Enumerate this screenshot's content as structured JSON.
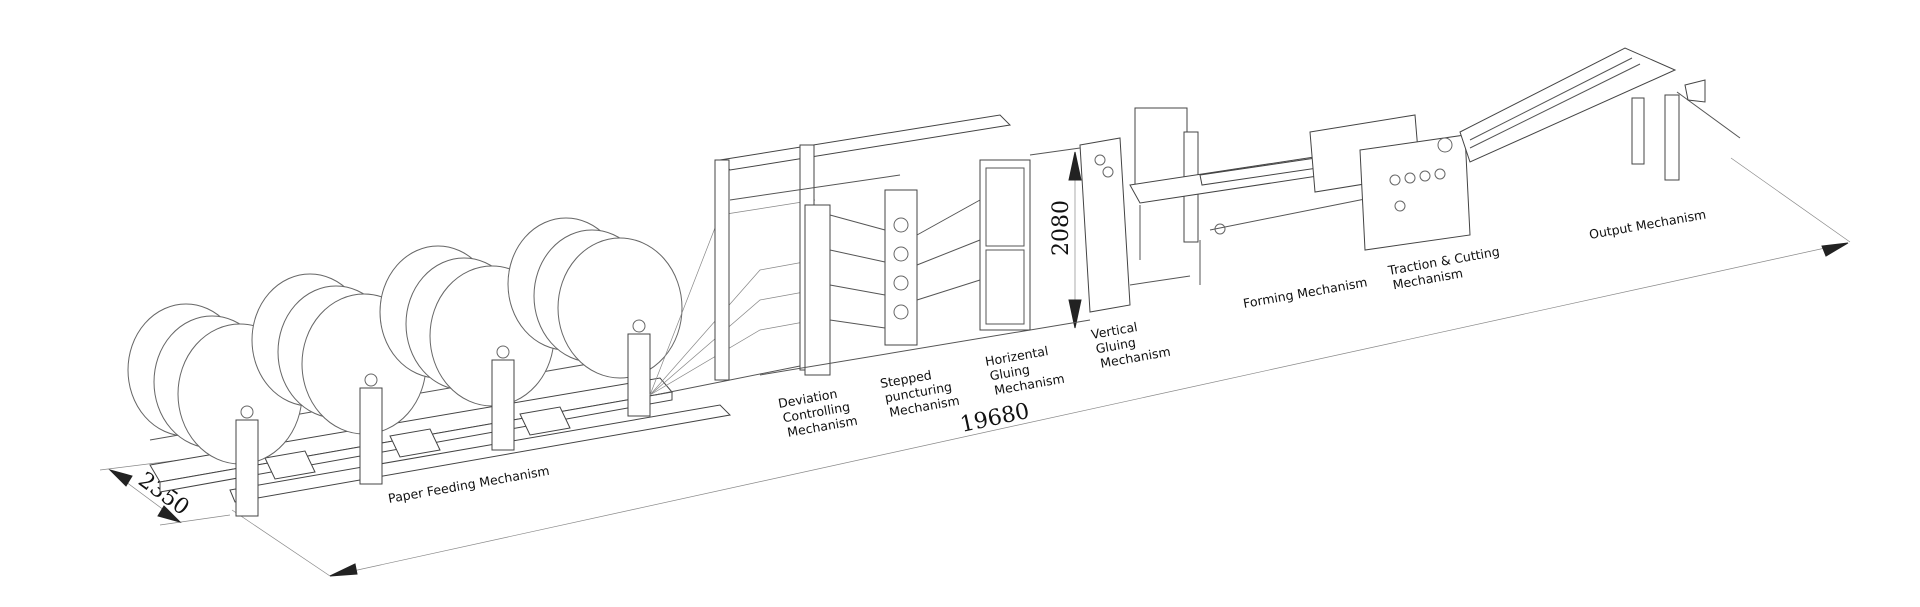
{
  "diagram": {
    "title": "Paper bag making machine line layout",
    "dimensions": {
      "width": "2350",
      "length": "19680",
      "height": "2080"
    },
    "mechanisms": {
      "paper_feeding": "Paper Feeding Mechanism",
      "deviation": [
        "Deviation",
        "Controlling",
        "Mechanism"
      ],
      "stepped": [
        "Stepped",
        "puncturing",
        "Mechanism"
      ],
      "horizontal": [
        "Horizental",
        "Gluing",
        "Mechanism"
      ],
      "vertical": [
        "Vertical",
        "Gluing",
        "Mechanism"
      ],
      "forming": "Forming Mechanism",
      "traction": [
        "Traction & Cutting",
        "Mechanism"
      ],
      "output": "Output Mechanism"
    },
    "paper_rolls": 4,
    "colors": {
      "line": "#444444",
      "text": "#111111",
      "background": "#ffffff"
    }
  }
}
